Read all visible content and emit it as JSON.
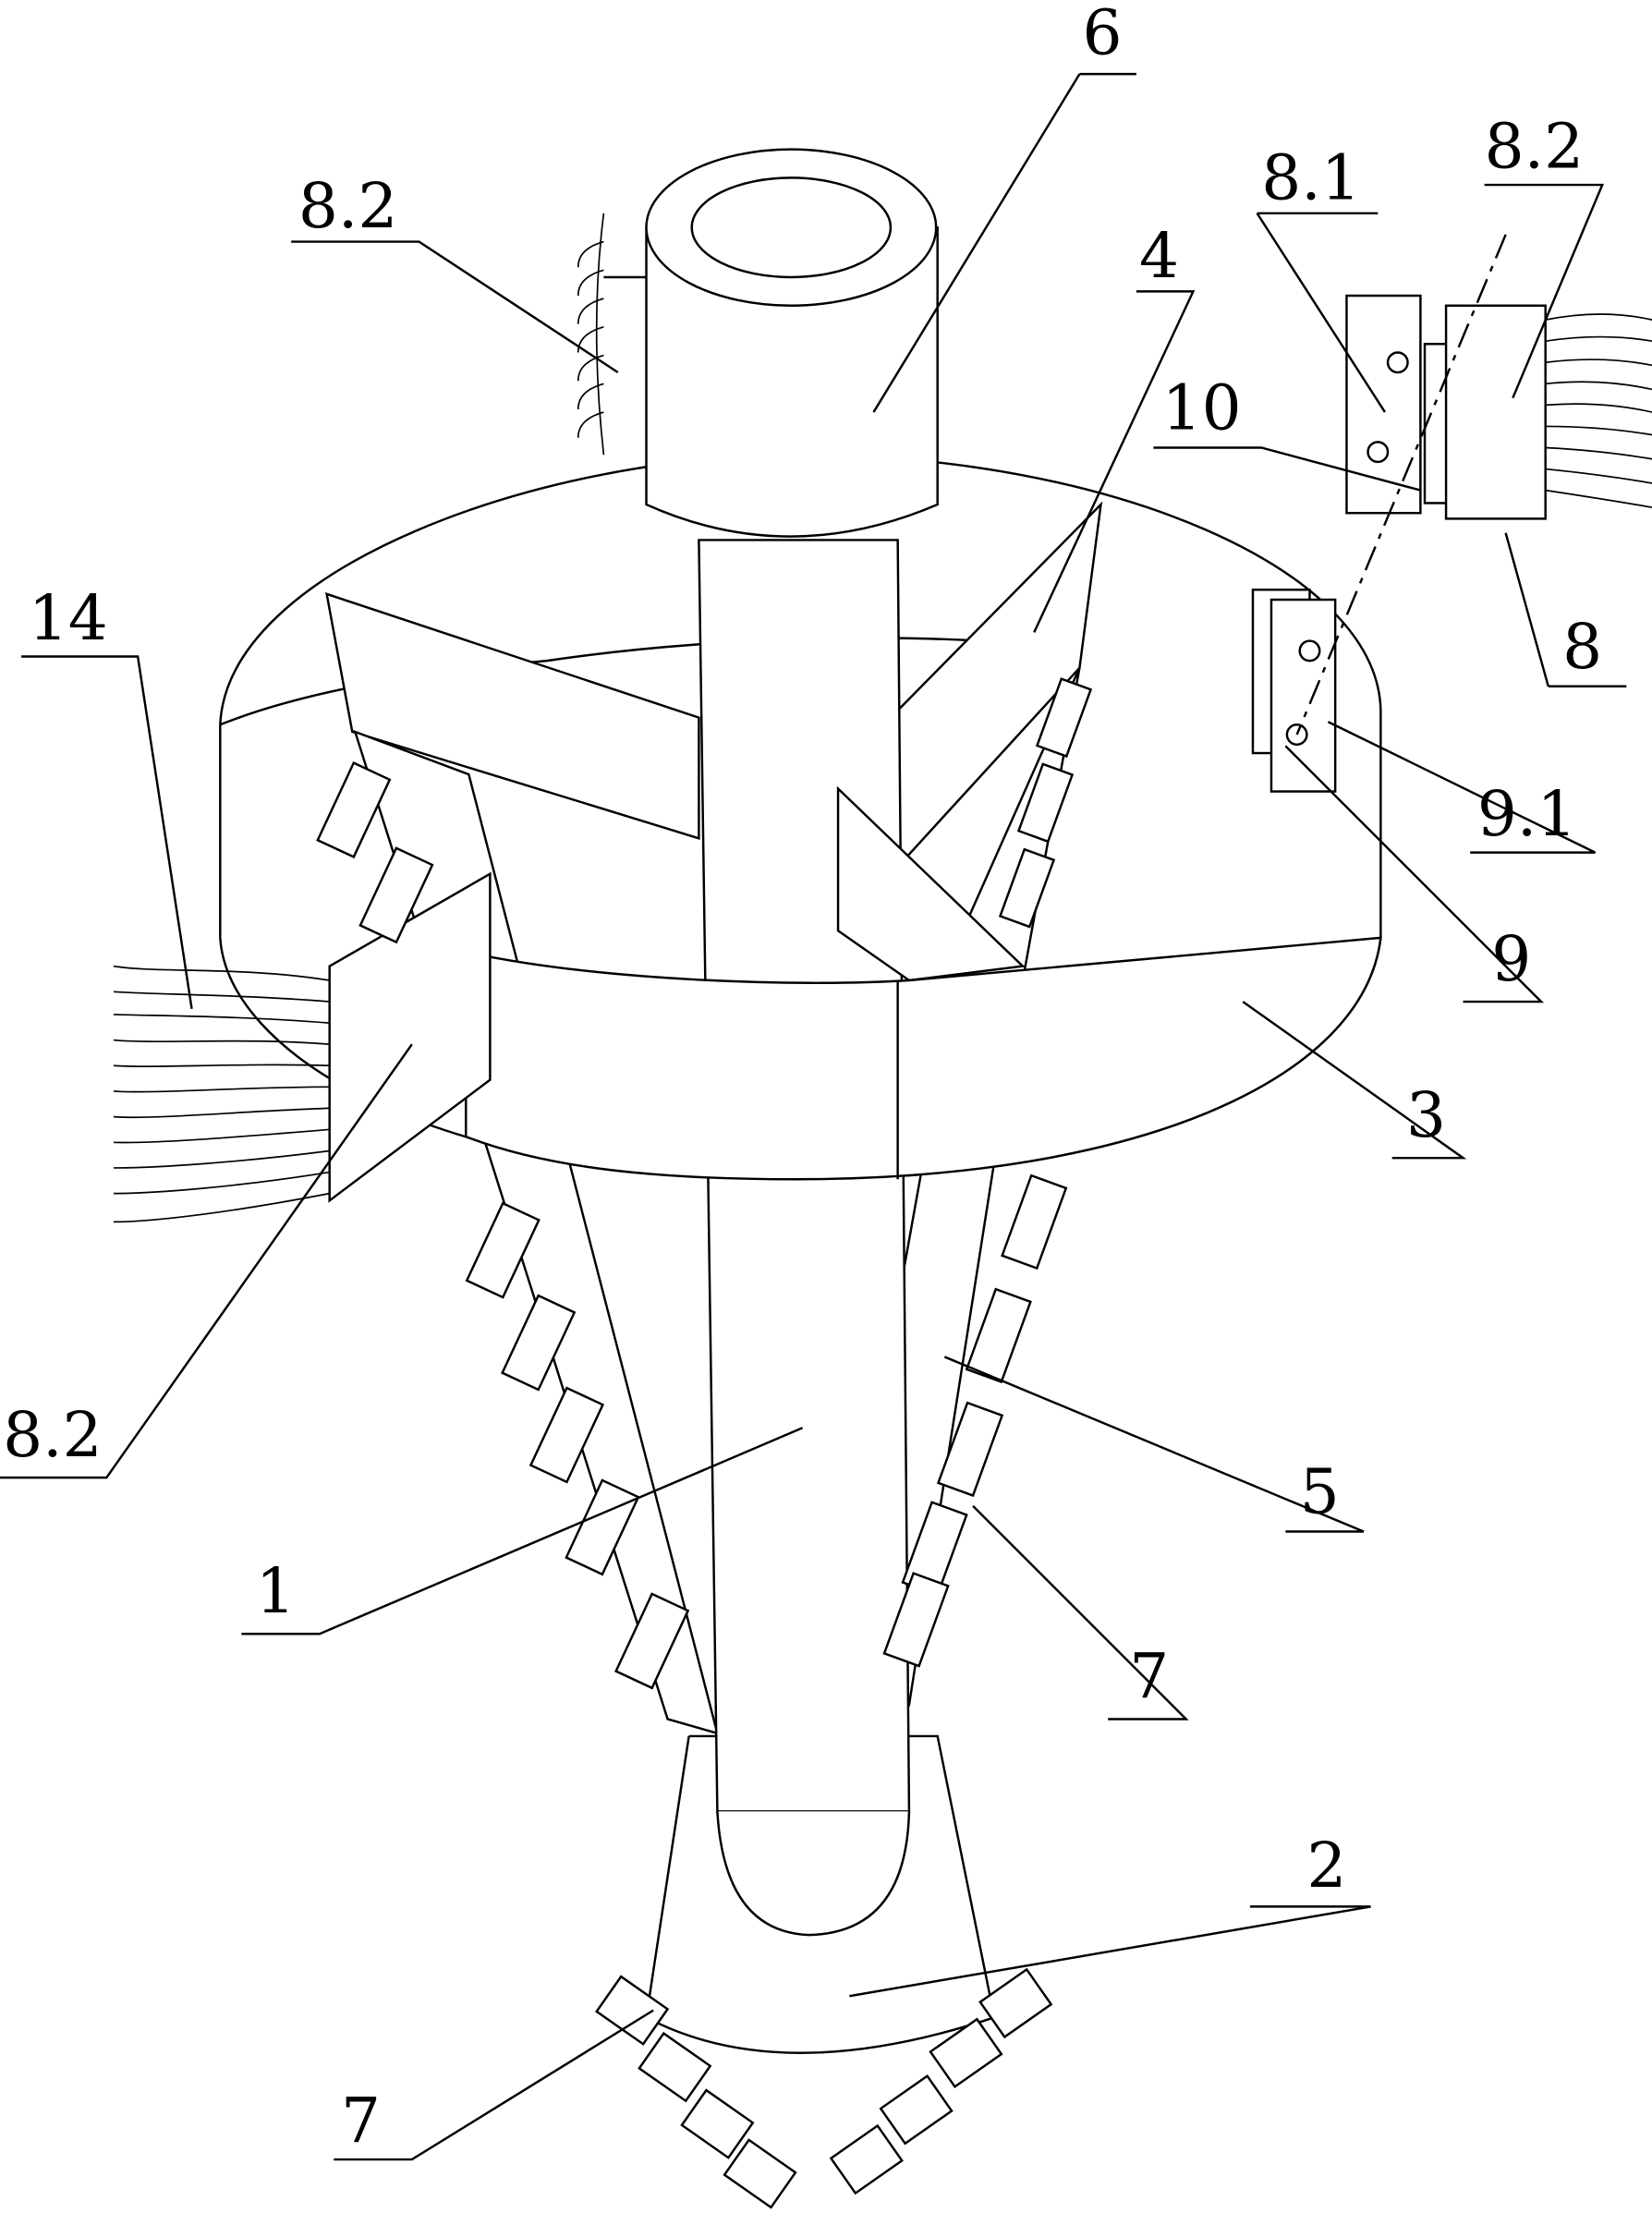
{
  "figure": {
    "labels": {
      "shaft": "1",
      "drill_bit": "2",
      "ring": "3",
      "upper_blade": "4",
      "lower_blade": "5",
      "top_sleeve": "6",
      "teeth_right": "7",
      "teeth_bottom": "7",
      "brush_assembly": "8",
      "brush_holder": "8.1",
      "brush_top_left": "8.2",
      "brush_top_right": "8.2",
      "brush_left": "8.2",
      "mount_seat": "9",
      "mount_plate": "9.1",
      "slot": "10",
      "bristles": "14"
    }
  }
}
